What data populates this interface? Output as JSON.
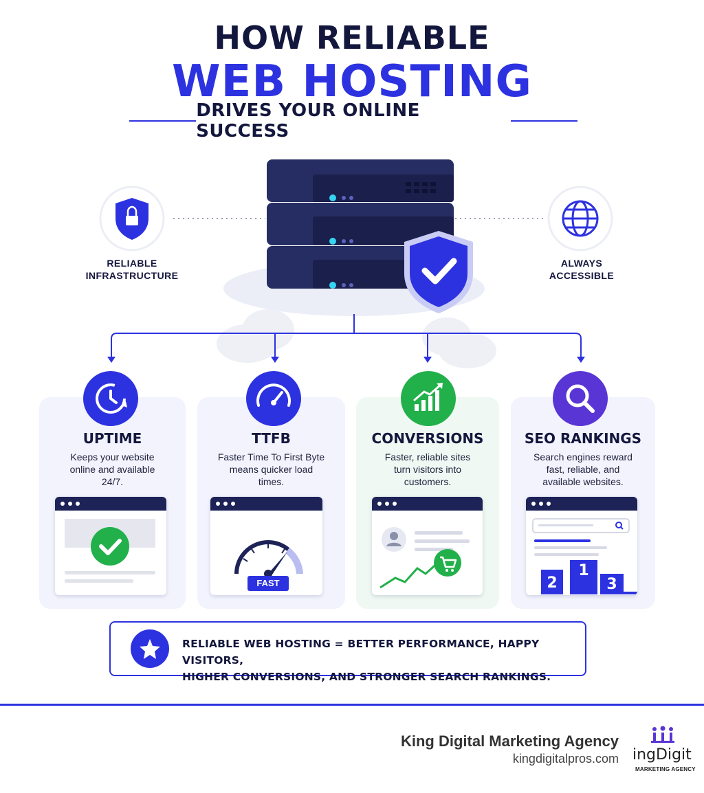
{
  "header": {
    "title_line1": "HOW RELIABLE",
    "title_line2": "WEB HOSTING",
    "subtitle": "DRIVES YOUR ONLINE SUCCESS"
  },
  "hero": {
    "left_feature": {
      "label_line1": "RELIABLE",
      "label_line2": "INFRASTRUCTURE",
      "icon": "lock-shield-icon"
    },
    "right_feature": {
      "label_line1": "ALWAYS",
      "label_line2": "ACCESSIBLE",
      "icon": "globe-icon"
    },
    "center_icon": "server-stack-icon",
    "badge_icon": "checkmark-shield-icon"
  },
  "cards": [
    {
      "title": "UPTIME",
      "desc": [
        "Keeps your website",
        "online and available",
        "24/7."
      ],
      "icon": "clock-icon"
    },
    {
      "title": "TTFB",
      "desc": [
        "Faster Time To First Byte",
        "means quicker load",
        "times."
      ],
      "icon": "speedometer-icon",
      "badge": "FAST"
    },
    {
      "title": "CONVERSIONS",
      "desc": [
        "Faster, reliable sites",
        "turn visitors into",
        "customers."
      ],
      "icon": "growth-chart-icon"
    },
    {
      "title": "SEO RANKINGS",
      "desc": [
        "Search engines reward",
        "fast, reliable, and",
        "available websites."
      ],
      "icon": "magnifier-icon",
      "podium": [
        "2",
        "1",
        "3"
      ]
    }
  ],
  "summary": {
    "line1": "RELIABLE WEB HOSTING = BETTER PERFORMANCE, HAPPY VISITORS,",
    "line2": "HIGHER CONVERSIONS, AND STRONGER SEARCH RANKINGS.",
    "icon": "star-icon"
  },
  "footer": {
    "agency_name": "King Digital Marketing Agency",
    "agency_url": "kingdigitalpros.com",
    "logo_text": "ingDigit",
    "logo_sub": "MARKETING AGENCY"
  },
  "colors": {
    "accent": "#2d32e0",
    "navy": "#1d2357",
    "green": "#22b04b",
    "purple": "#5a35d6"
  }
}
